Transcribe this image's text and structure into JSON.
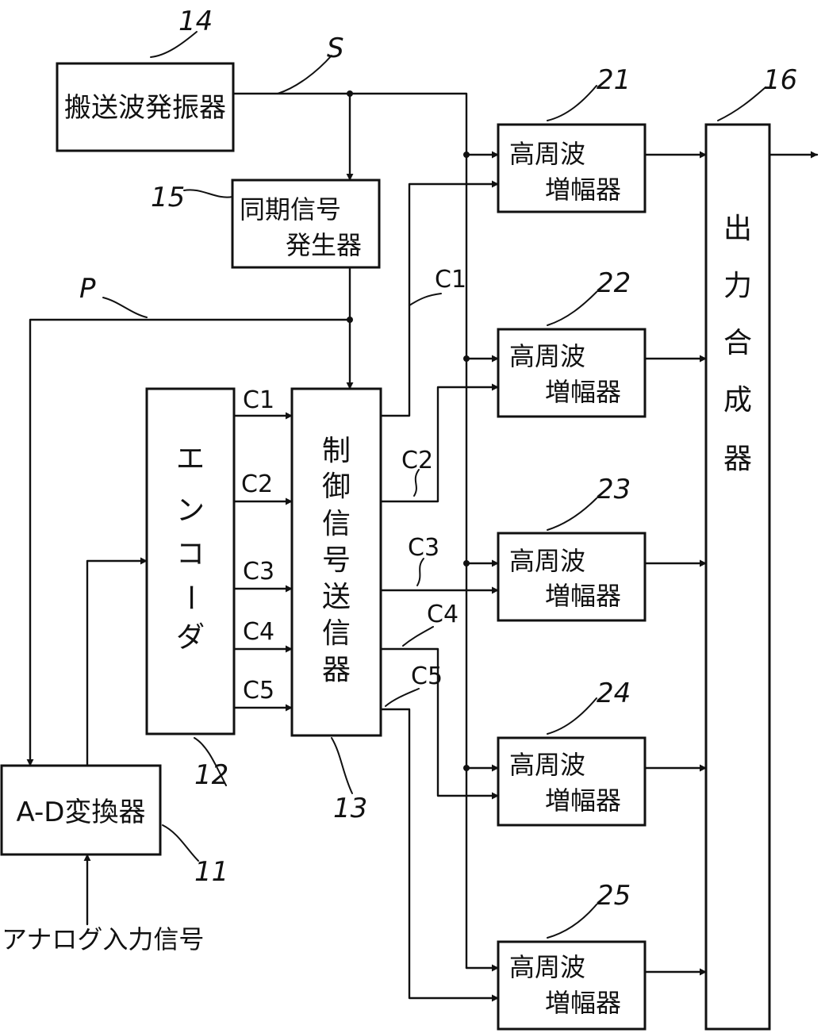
{
  "blocks": {
    "carrier_oscillator": {
      "label": "搬送波発振器",
      "ref": "14"
    },
    "sync_generator": {
      "line1": "同期信号",
      "line2": "発生器",
      "ref": "15"
    },
    "encoder": {
      "chars": [
        "エ",
        "ン",
        "コ",
        "ー",
        "ダ"
      ],
      "ref": "12"
    },
    "control_transmitter": {
      "chars": [
        "制",
        "御",
        "信",
        "号",
        "送",
        "信",
        "器"
      ],
      "ref": "13"
    },
    "ad_converter": {
      "label": "A-D変換器",
      "ref": "11"
    },
    "output_combiner": {
      "chars": [
        "出",
        "力",
        "合",
        "成",
        "器"
      ],
      "ref": "16"
    },
    "amplifiers": [
      {
        "line1": "高周波",
        "line2": "増幅器",
        "ref": "21"
      },
      {
        "line1": "高周波",
        "line2": "増幅器",
        "ref": "22"
      },
      {
        "line1": "高周波",
        "line2": "増幅器",
        "ref": "23"
      },
      {
        "line1": "高周波",
        "line2": "増幅器",
        "ref": "24"
      },
      {
        "line1": "高周波",
        "line2": "増幅器",
        "ref": "25"
      }
    ]
  },
  "signals": {
    "carrier": "S",
    "pulse": "P",
    "encoder_outputs": [
      "C1",
      "C2",
      "C3",
      "C4",
      "C5"
    ],
    "control_outputs": [
      "C1",
      "C2",
      "C3",
      "C4",
      "C5"
    ]
  },
  "input_label": "アナログ入力信号"
}
